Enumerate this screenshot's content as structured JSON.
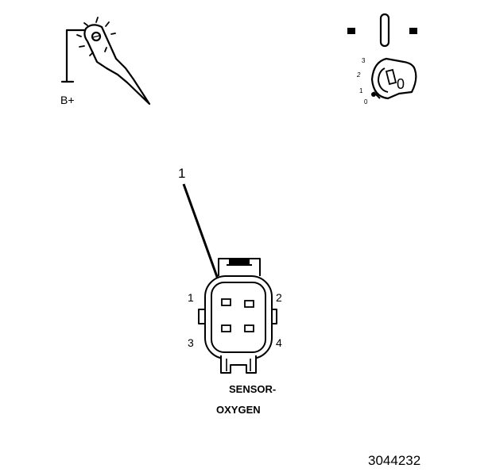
{
  "test_lamp": {
    "supply_label": "B+"
  },
  "ignition_switch": {
    "positions": [
      "3",
      "2",
      "1",
      "0"
    ],
    "key_label": "0"
  },
  "connector": {
    "callout": "1",
    "pins": [
      "1",
      "2",
      "3",
      "4"
    ],
    "name_line1": "SENSOR-",
    "name_line2": "OXYGEN"
  },
  "figure_number": "3044232"
}
